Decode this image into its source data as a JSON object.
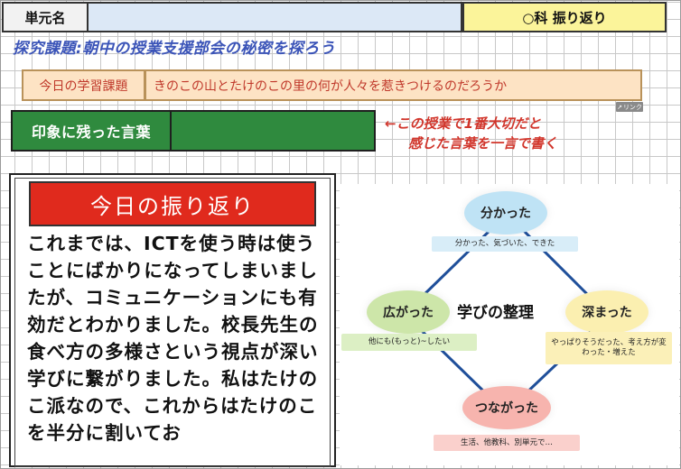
{
  "header": {
    "unit_label": "単元名",
    "unit_value": "",
    "subject_label": "○科 振り返り"
  },
  "theme": "探究課題:朝中の授業支援部会の秘密を探ろう",
  "task": {
    "label": "今日の学習課題",
    "value": "きのこの山とたけのこの里の何が人々を惹きつけるのだろうか"
  },
  "link_badge": {
    "label": "リンク",
    "icon": "external-link-icon"
  },
  "impressive_words": {
    "label": "印象に残った言葉",
    "value": "",
    "note_line1": "←この授業で1番大切だと",
    "note_line2": "感じた言葉を一言で書く"
  },
  "reflection": {
    "title": "今日の振り返り",
    "body": "これまでは、ICTを使う時は使うことにばかりになってしまいましたが、コミュニケーションにも有効だとわかりました。校長先生の食べ方の多様さという視点が深い学びに繋がりました。私はたけのこ派なので、これからはたけのこを半分に割いてお"
  },
  "diagram": {
    "center": "学びの整理",
    "nodes": {
      "top": {
        "label": "分かった",
        "tag": "分かった、気づいた、できた",
        "color": "#bfe3f5",
        "tag_color": "#d8edf8"
      },
      "right": {
        "label": "深まった",
        "tag": "やっぱりそうだった、考え方が変わった・増えた",
        "color": "#fbefb0",
        "tag_color": "#fbf0b8"
      },
      "bottom": {
        "label": "つながった",
        "tag": "生活、他教科、別単元で…",
        "color": "#f7b4ae",
        "tag_color": "#fad0cc"
      },
      "left": {
        "label": "広がった",
        "tag": "他にも(もっと)~したい",
        "color": "#cde6a9",
        "tag_color": "#dcefc4"
      }
    },
    "edge_color": "#1f4f9a"
  }
}
